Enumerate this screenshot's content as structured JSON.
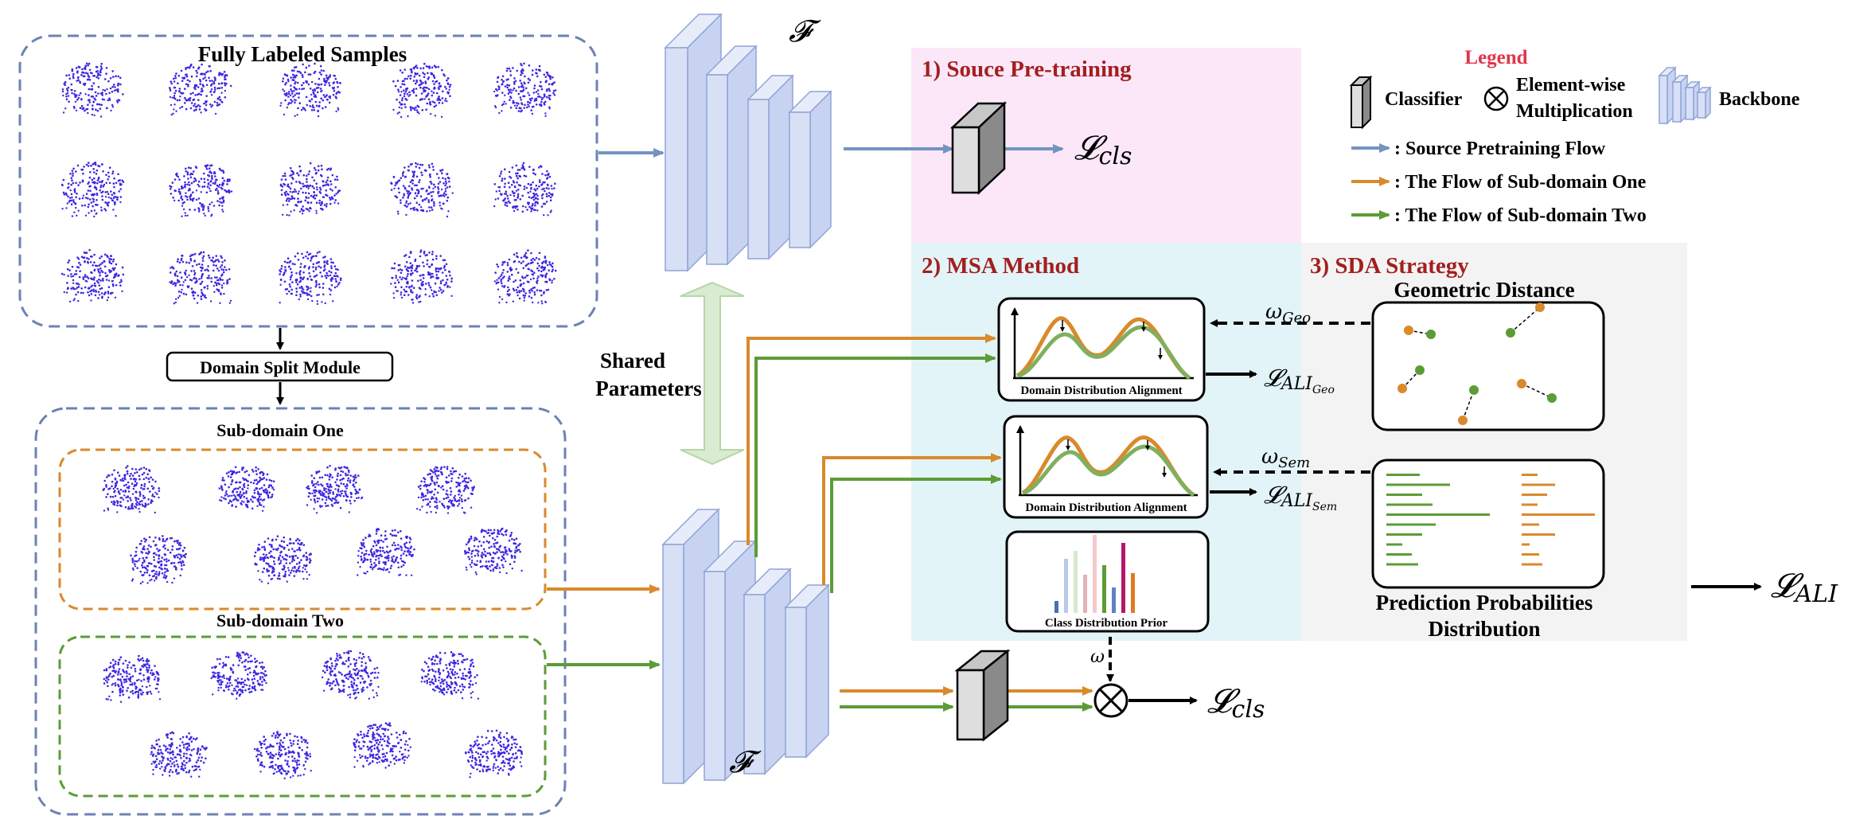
{
  "samples": {
    "fully_labeled": "Fully Labeled Samples",
    "split_module": "Domain Split Module",
    "sub_one": "Sub-domain One",
    "sub_two": "Sub-domain Two"
  },
  "network": {
    "backbone_symbol": "𝓕",
    "shared_line1": "Shared",
    "shared_line2": "Parameters"
  },
  "sections": {
    "pretrain": "1) Souce Pre-training",
    "msa": "2) MSA Method",
    "sda": "3) SDA Strategy"
  },
  "losses": {
    "cls_base": "𝓛",
    "cls_sub": "cls",
    "ali_base": "𝓛",
    "ali_sub": "ALI",
    "geo_sub": "Geo",
    "sem_sub": "Sem"
  },
  "weights": {
    "omega": "ω",
    "geo": "Geo",
    "sem": "Sem"
  },
  "boxes": {
    "alignment": "Domain Distribution Alignment",
    "prior": "Class Distribution Prior",
    "geometric": "Geometric Distance",
    "prediction_line1": "Prediction Probabilities",
    "prediction_line2": "Distribution"
  },
  "legend": {
    "title": "Legend",
    "classifier": "Classifier",
    "elementwise_line1": "Element-wise",
    "elementwise_line2": "Multiplication",
    "backbone": "Backbone",
    "flow_source": ": Source Pretraining Flow",
    "flow_one": ": The Flow of Sub-domain One",
    "flow_two": ": The Flow of Sub-domain Two"
  },
  "colors": {
    "blue_flow": "#7393c1",
    "orange_flow": "#d98a2b",
    "green_flow": "#5c9c36",
    "point_cloud": "#3b28e0",
    "dashed_blue": "#6c82b4",
    "dashed_orange": "#d98a2b",
    "dashed_green": "#5c9c36",
    "pink_bg": "#fbe7f8",
    "cyan_bg": "#e2f4f8",
    "gray_bg": "#f3f3f3"
  }
}
